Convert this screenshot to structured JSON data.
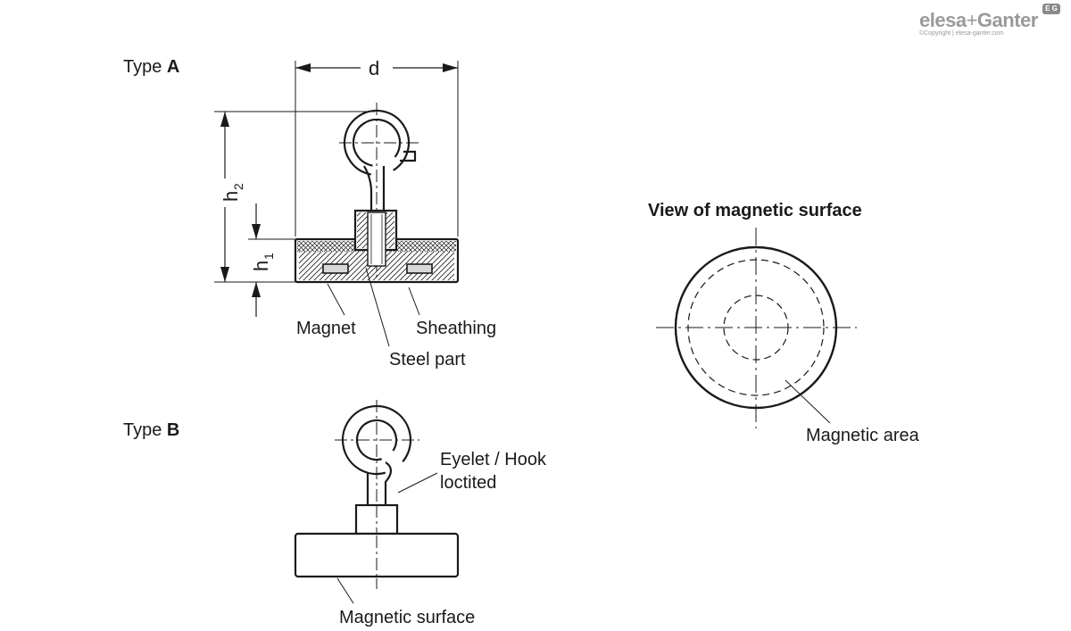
{
  "logo": {
    "brand_left": "elesa",
    "plus": "+",
    "brand_right": "Ganter",
    "badge": "E G",
    "copyright": "©Copyright | elesa-ganter.com"
  },
  "type_a": {
    "prefix": "Type ",
    "letter": "A"
  },
  "type_b": {
    "prefix": "Type ",
    "letter": "B"
  },
  "dimensions": {
    "d": "d",
    "h": "h",
    "sub1": "1",
    "sub2": "2"
  },
  "labels": {
    "magnet": "Magnet",
    "sheathing": "Sheathing",
    "steel_part": "Steel part",
    "eyelet_line1": "Eyelet / Hook",
    "eyelet_line2": "loctited",
    "magnetic_surface": "Magnetic surface",
    "magnetic_area": "Magnetic area"
  },
  "view_title": "View of magnetic surface"
}
